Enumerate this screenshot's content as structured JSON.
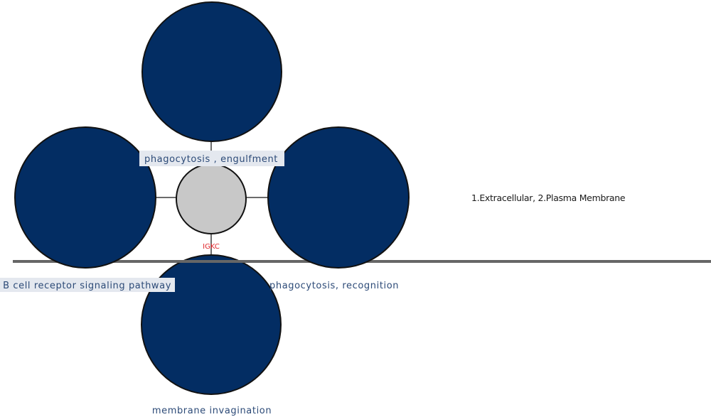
{
  "diagram": {
    "center_node": {
      "label": "IGKC"
    },
    "terms": {
      "top": "phagocytosis , engulfment",
      "left": "B cell receptor signaling pathway",
      "right": "phagocytosis, recognition",
      "bottom": "membrane invagination"
    },
    "location_note": "1.Extracellular, 2.Plasma Membrane"
  },
  "colors": {
    "term_node_fill": "#032d63",
    "center_node_fill": "#c8c8c8",
    "membrane_line": "#666666",
    "center_label": "#e0262b",
    "term_label": "#2c4a77"
  }
}
